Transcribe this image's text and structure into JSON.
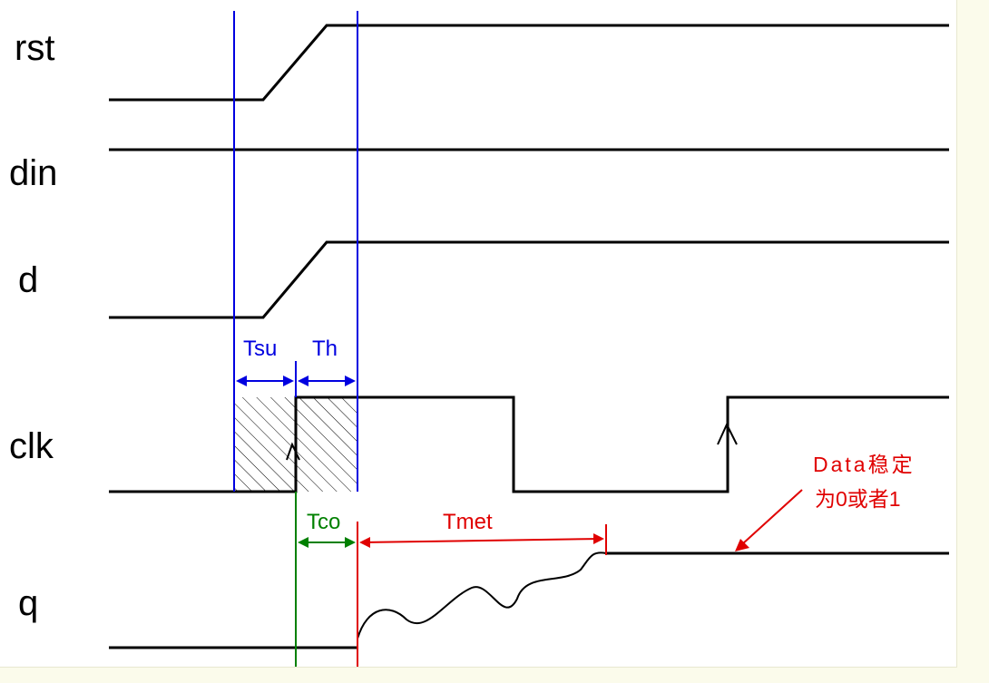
{
  "colors": {
    "signal": "#000000",
    "setup_hold": "#0000e0",
    "clock_to_output": "#008000",
    "metastability": "#e00000"
  },
  "signals": {
    "rst": "rst",
    "din": "din",
    "d": "d",
    "clk": "clk",
    "q": "q"
  },
  "timing": {
    "tsu": "Tsu",
    "th": "Th",
    "tco": "Tco",
    "tmet": "Tmet"
  },
  "note": {
    "line1": "Data稳定",
    "line2": "为0或者1"
  }
}
